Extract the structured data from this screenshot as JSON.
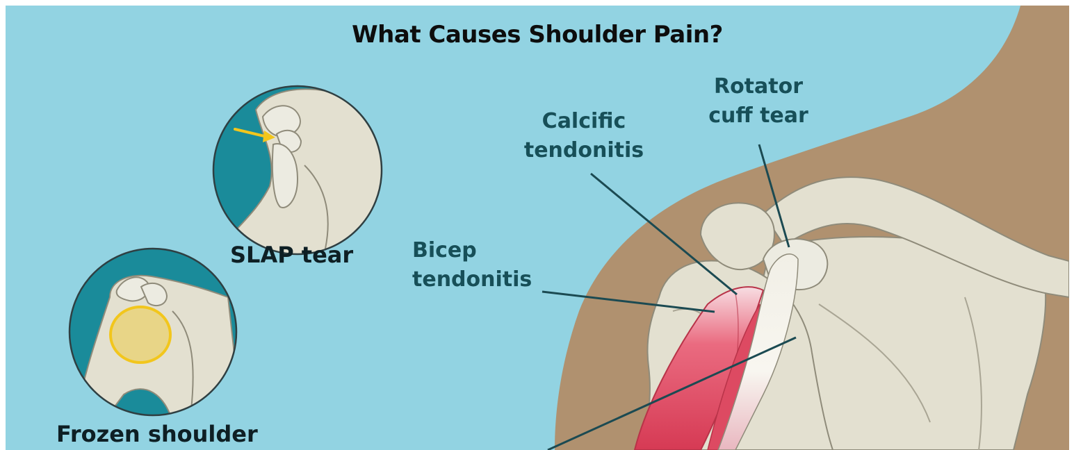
{
  "title": "What Causes Shoulder Pain?",
  "labels": {
    "slap": "SLAP tear",
    "frozen": "Frozen shoulder",
    "calcific_l1": "Calcific",
    "calcific_l2": "tendonitis",
    "rotator_l1": "Rotator",
    "rotator_l2": "cuff tear",
    "bicep_l1": "Bicep",
    "bicep_l2": "tendonitis"
  },
  "colors": {
    "background": "#92d3e2",
    "skin": "#b0916f",
    "bone": "#e3e0d0",
    "muscle": "#e0485f",
    "inset_bg": "#1a8b9a",
    "highlight": "#f2c61c",
    "label_text": "#174f58",
    "title_text": "#0d0d0d"
  },
  "icons": [
    "yellow-arrow-icon",
    "inflammation-circle-icon"
  ]
}
